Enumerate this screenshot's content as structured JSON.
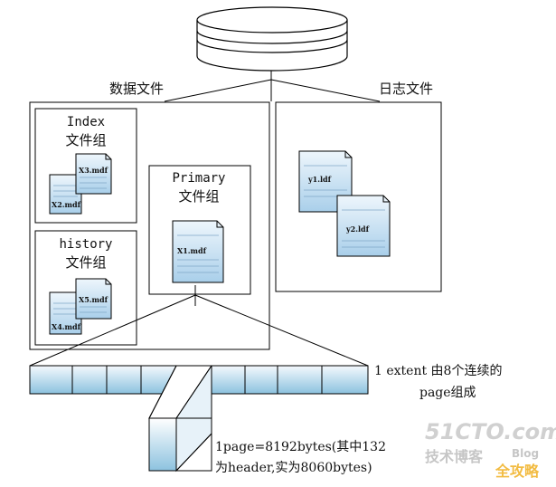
{
  "diagram": {
    "data_files_label": "数据文件",
    "log_files_label": "日志文件",
    "groups": {
      "index": {
        "name": "Index",
        "subtitle": "文件组",
        "files": [
          "X3.mdf",
          "X2.mdf"
        ]
      },
      "history": {
        "name": "history",
        "subtitle": "文件组",
        "files": [
          "X5.mdf",
          "X4.mdf"
        ]
      },
      "primary": {
        "name": "Primary",
        "subtitle": "文件组",
        "files": [
          "X1.mdf"
        ]
      }
    },
    "log_files": [
      "y1.ldf",
      "y2.ldf"
    ],
    "extent_caption": {
      "line1": "1 extent 由8个连续的",
      "line2": "page组成"
    },
    "page_caption": {
      "line1": "1page=8192bytes(其中132",
      "line2": "为header,实为8060bytes)"
    }
  },
  "watermark": {
    "site": "51CTO.com",
    "tagline": "技术博客",
    "blog": "Blog",
    "extra": "全攻略"
  },
  "colors": {
    "line": "#000000",
    "file_fill_top": "#e8f3fb",
    "file_fill_bottom": "#a9cfea",
    "bar_fill_top": "#e9f4fb",
    "bar_fill_bottom": "#8fc4e0",
    "watermark": "#c8c8c8",
    "watermark_accent": "#f0b020"
  }
}
